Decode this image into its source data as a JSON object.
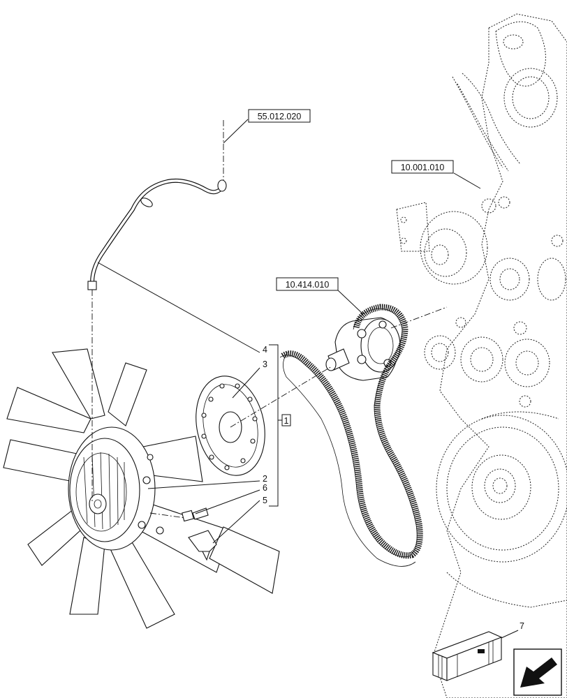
{
  "references": {
    "pipe_ref": "55.012.020",
    "engine_ref": "10.001.010",
    "pump_ref": "10.414.010"
  },
  "callouts": {
    "item_4": "4",
    "item_3": "3",
    "item_1": "1",
    "item_2": "2",
    "item_6": "6",
    "item_5": "5",
    "item_7": "7"
  },
  "icons": {
    "kit_box": "kit-box-icon",
    "navigation": "arrow-back-icon"
  }
}
